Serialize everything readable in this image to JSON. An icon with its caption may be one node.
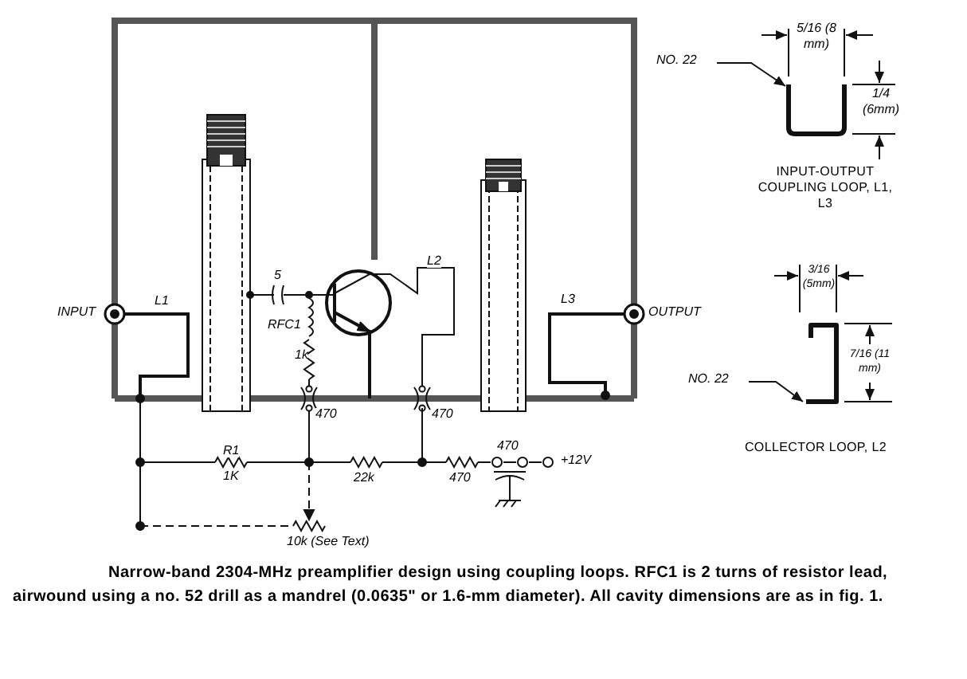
{
  "diagram": {
    "caption": "Narrow-band 2304-MHz preamplifier design using coupling loops. RFC1 is 2 turns of resistor lead, airwound using a no. 52 drill as a mandrel (0.0635\" or 1.6-mm diameter). All cavity dimensions are as in fig. 1.",
    "nodes": [
      {
        "text": [
          "NO. 22"
        ]
      },
      {
        "text": [],
        "shape": "picture"
      },
      {
        "text": [
          "NO. 22"
        ]
      },
      {
        "text": [],
        "shape": "picture"
      }
    ],
    "edges": [
      {
        "from": 0,
        "to": 1,
        "arrow": "to"
      },
      {
        "from": 2,
        "to": 3,
        "arrow": "to"
      }
    ],
    "labels": [
      "INPUT",
      "L1",
      "5",
      "RFC1",
      "1k",
      "470",
      "470",
      "R1",
      "1K",
      "22k",
      "470",
      "470",
      "+12V",
      "10k (See Text)",
      "L2",
      "L3",
      "OUTPUT",
      "5/16 (8 mm)",
      "1/4 (6mm)",
      "INPUT-OUTPUT COUPLING LOOP, L1, L3",
      "3/16 (5mm)",
      "7/16 (11 mm)",
      "COLLECTOR LOOP, L2"
    ]
  }
}
